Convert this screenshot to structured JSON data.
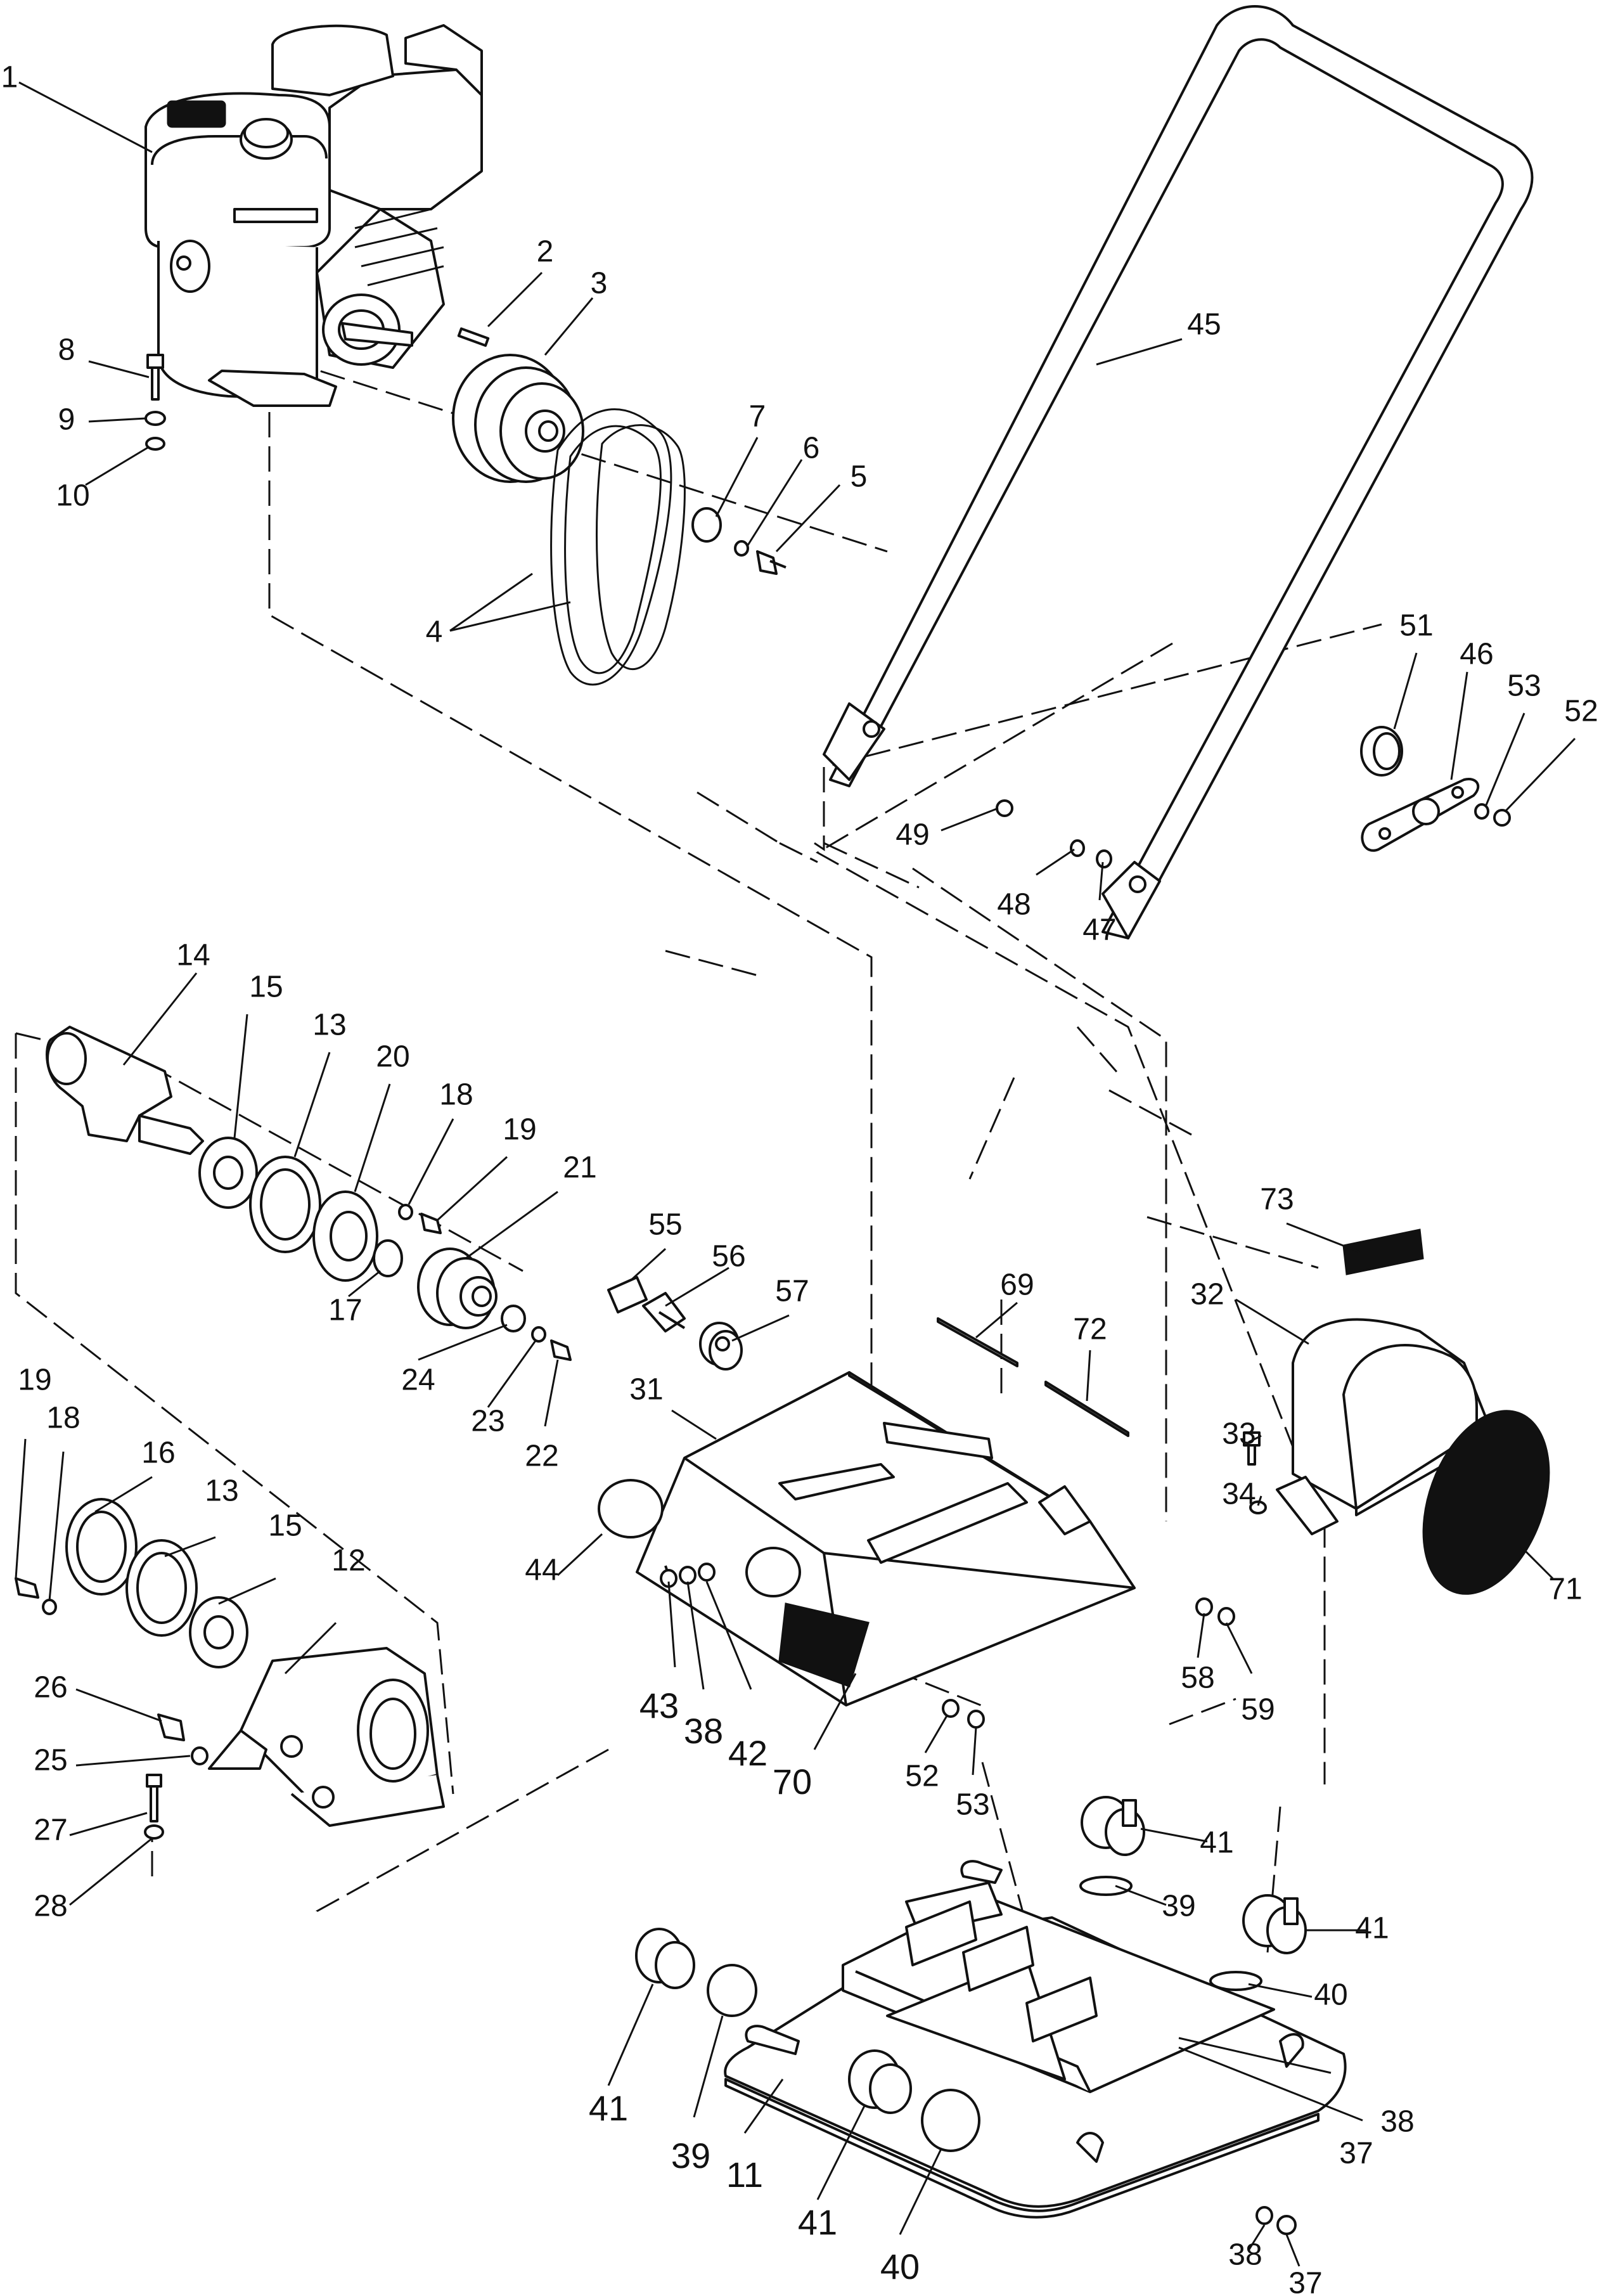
{
  "callouts": [
    {
      "id": "c1",
      "text": "1"
    },
    {
      "id": "c2",
      "text": "2"
    },
    {
      "id": "c3",
      "text": "3"
    },
    {
      "id": "c4",
      "text": "4"
    },
    {
      "id": "c5",
      "text": "5"
    },
    {
      "id": "c6",
      "text": "6"
    },
    {
      "id": "c7",
      "text": "7"
    },
    {
      "id": "c8",
      "text": "8"
    },
    {
      "id": "c9",
      "text": "9"
    },
    {
      "id": "c10",
      "text": "10"
    },
    {
      "id": "c45",
      "text": "45"
    },
    {
      "id": "c51",
      "text": "51"
    },
    {
      "id": "c46",
      "text": "46"
    },
    {
      "id": "c53a",
      "text": "53"
    },
    {
      "id": "c52a",
      "text": "52"
    },
    {
      "id": "c49",
      "text": "49"
    },
    {
      "id": "c48",
      "text": "48"
    },
    {
      "id": "c47",
      "text": "47"
    },
    {
      "id": "c14",
      "text": "14"
    },
    {
      "id": "c15a",
      "text": "15"
    },
    {
      "id": "c13a",
      "text": "13"
    },
    {
      "id": "c20",
      "text": "20"
    },
    {
      "id": "c18a",
      "text": "18"
    },
    {
      "id": "c19a",
      "text": "19"
    },
    {
      "id": "c21",
      "text": "21"
    },
    {
      "id": "c17",
      "text": "17"
    },
    {
      "id": "c24",
      "text": "24"
    },
    {
      "id": "c23",
      "text": "23"
    },
    {
      "id": "c22",
      "text": "22"
    },
    {
      "id": "c55",
      "text": "55"
    },
    {
      "id": "c56",
      "text": "56"
    },
    {
      "id": "c57",
      "text": "57"
    },
    {
      "id": "c69",
      "text": "69"
    },
    {
      "id": "c72",
      "text": "72"
    },
    {
      "id": "c73",
      "text": "73"
    },
    {
      "id": "c32",
      "text": "32"
    },
    {
      "id": "c31",
      "text": "31"
    },
    {
      "id": "c33",
      "text": "33"
    },
    {
      "id": "c34",
      "text": "34"
    },
    {
      "id": "c71",
      "text": "71"
    },
    {
      "id": "c44",
      "text": "44"
    },
    {
      "id": "c43",
      "text": "43"
    },
    {
      "id": "c38a",
      "text": "38"
    },
    {
      "id": "c42",
      "text": "42"
    },
    {
      "id": "c70",
      "text": "70"
    },
    {
      "id": "c58",
      "text": "58"
    },
    {
      "id": "c59",
      "text": "59"
    },
    {
      "id": "c52b",
      "text": "52"
    },
    {
      "id": "c53b",
      "text": "53"
    },
    {
      "id": "c19b",
      "text": "19"
    },
    {
      "id": "c18b",
      "text": "18"
    },
    {
      "id": "c16",
      "text": "16"
    },
    {
      "id": "c13b",
      "text": "13"
    },
    {
      "id": "c15b",
      "text": "15"
    },
    {
      "id": "c12",
      "text": "12"
    },
    {
      "id": "c26",
      "text": "26"
    },
    {
      "id": "c25",
      "text": "25"
    },
    {
      "id": "c27",
      "text": "27"
    },
    {
      "id": "c28",
      "text": "28"
    },
    {
      "id": "c41a",
      "text": "41"
    },
    {
      "id": "c39a",
      "text": "39"
    },
    {
      "id": "c41b",
      "text": "41"
    },
    {
      "id": "c40a",
      "text": "40"
    },
    {
      "id": "c41c",
      "text": "41"
    },
    {
      "id": "c39b",
      "text": "39"
    },
    {
      "id": "c11",
      "text": "11"
    },
    {
      "id": "c41d",
      "text": "41"
    },
    {
      "id": "c40b",
      "text": "40"
    },
    {
      "id": "c38b",
      "text": "38"
    },
    {
      "id": "c37a",
      "text": "37"
    },
    {
      "id": "c38c",
      "text": "38"
    },
    {
      "id": "c37b",
      "text": "37"
    }
  ]
}
